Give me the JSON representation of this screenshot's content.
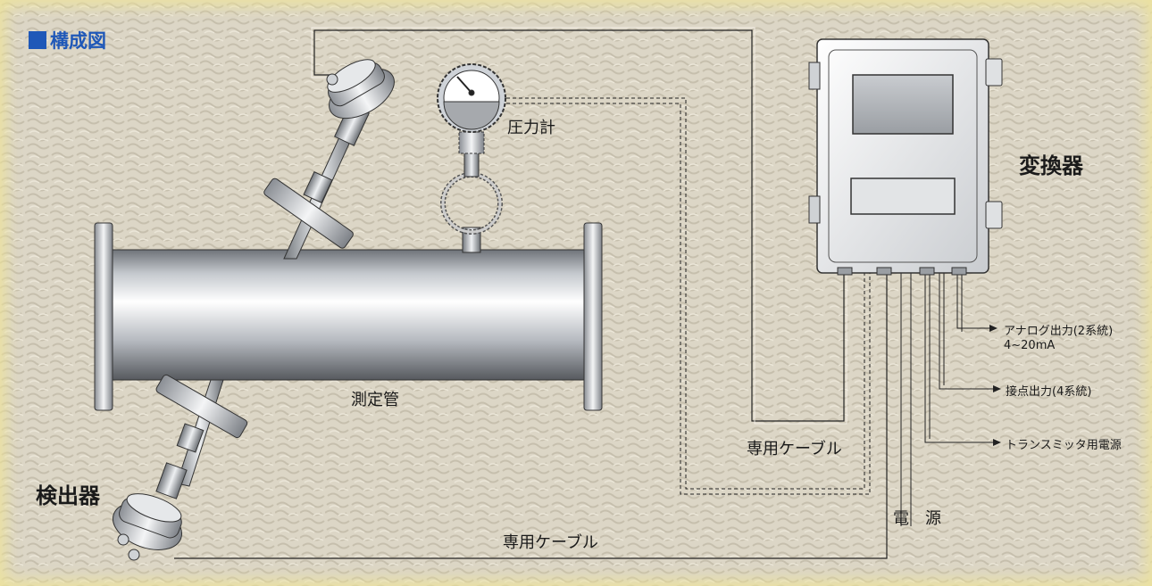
{
  "title": "構成図",
  "labels": {
    "pressure_gauge": "圧力計",
    "converter": "変換器",
    "measuring_pipe": "測定管",
    "detector": "検出器",
    "dedicated_cable_upper": "専用ケーブル",
    "dedicated_cable_lower": "専用ケーブル",
    "power_supply": "電　源",
    "analog_output": "アナログ出力(2系統)",
    "analog_output_range": "4~20mA",
    "contact_output": "接点出力(4系統)",
    "transmitter_power": "トランスミッタ用電源"
  },
  "colors": {
    "title_blue": "#1f58b8",
    "background": "#dcd6c6",
    "edge_yellow": "#eee496"
  }
}
